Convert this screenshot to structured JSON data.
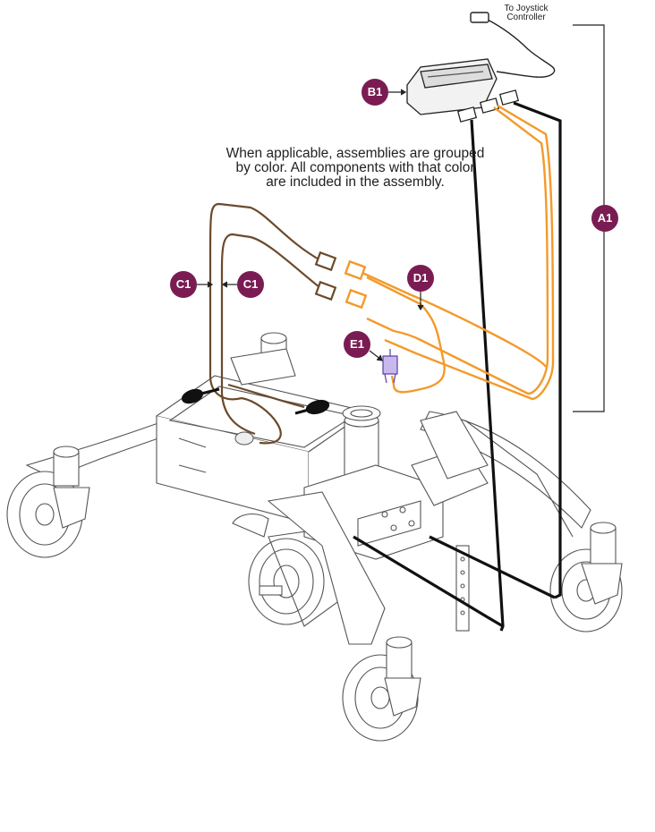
{
  "note": {
    "line1": "When applicable, assemblies are grouped",
    "line2": "by color. All components with that color",
    "line3": "are included in the assembly."
  },
  "joystick": {
    "line1": "To Joystick",
    "line2": "Controller"
  },
  "callouts": {
    "a1": "A1",
    "b1": "B1",
    "c1_left": "C1",
    "c1_right": "C1",
    "d1": "D1",
    "e1": "E1"
  },
  "colors": {
    "badge": "#7a1c53",
    "harness_black": "#111111",
    "harness_orange": "#f39a2b",
    "harness_brown": "#6b4a2b",
    "frame_line": "#555555",
    "e1_module": "#9b7fd1"
  }
}
